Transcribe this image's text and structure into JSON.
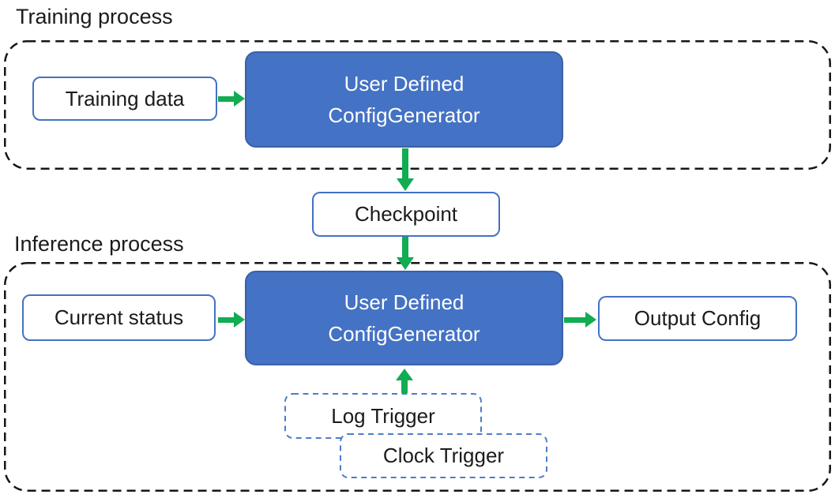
{
  "sections": {
    "training": {
      "label": "Training process"
    },
    "inference": {
      "label": "Inference process"
    }
  },
  "nodes": {
    "training_data": {
      "label": "Training data"
    },
    "generator_training": {
      "label": "User Defined\nConfigGenerator"
    },
    "checkpoint": {
      "label": "Checkpoint"
    },
    "current_status": {
      "label": "Current status"
    },
    "generator_inference": {
      "label": "User Defined\nConfigGenerator"
    },
    "output_config": {
      "label": "Output Config"
    },
    "log_trigger": {
      "label": "Log Trigger"
    },
    "clock_trigger": {
      "label": "Clock Trigger"
    }
  },
  "colors": {
    "generator_fill": "#4472C4",
    "generator_border": "#3B5FA9",
    "io_box_border": "#4472C4",
    "trigger_border": "#4D7CC9",
    "arrow_green": "#12AC52",
    "container_border": "#161616",
    "text_dark": "#1b1b1b",
    "text_light": "#ffffff"
  }
}
